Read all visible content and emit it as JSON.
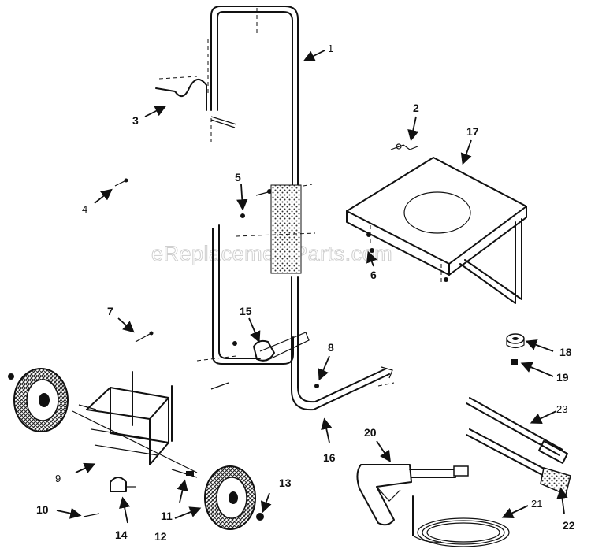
{
  "watermark": "eReplacementParts.com",
  "callouts": [
    {
      "id": "1",
      "label": "1"
    },
    {
      "id": "2",
      "label": "2"
    },
    {
      "id": "3",
      "label": "3"
    },
    {
      "id": "4",
      "label": "4"
    },
    {
      "id": "5",
      "label": "5"
    },
    {
      "id": "6",
      "label": "6"
    },
    {
      "id": "7",
      "label": "7"
    },
    {
      "id": "8",
      "label": "8"
    },
    {
      "id": "9",
      "label": "9"
    },
    {
      "id": "10",
      "label": "10"
    },
    {
      "id": "11",
      "label": "11"
    },
    {
      "id": "12",
      "label": "12"
    },
    {
      "id": "13",
      "label": "13"
    },
    {
      "id": "14",
      "label": "14"
    },
    {
      "id": "15",
      "label": "15"
    },
    {
      "id": "16",
      "label": "16"
    },
    {
      "id": "17",
      "label": "17"
    },
    {
      "id": "18",
      "label": "18"
    },
    {
      "id": "19",
      "label": "19"
    },
    {
      "id": "20",
      "label": "20"
    },
    {
      "id": "21",
      "label": "21"
    },
    {
      "id": "22",
      "label": "22"
    },
    {
      "id": "23",
      "label": "23"
    }
  ]
}
